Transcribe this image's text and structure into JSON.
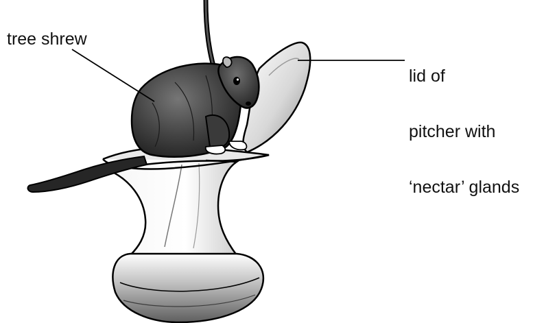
{
  "labels": {
    "tree_shrew": "tree shrew",
    "lid_line1": "lid of",
    "lid_line2": "pitcher with",
    "lid_line3": "‘nectar’ glands"
  },
  "colors": {
    "outline": "#000000",
    "fur_dark": "#2b2b2b",
    "fur_mid": "#5a5a5a",
    "pitcher_light": "#f4f4f4",
    "pitcher_dark": "#6e6e6e"
  },
  "icons": {
    "animal": "tree-shrew-drawing",
    "plant": "pitcher-plant-drawing"
  }
}
